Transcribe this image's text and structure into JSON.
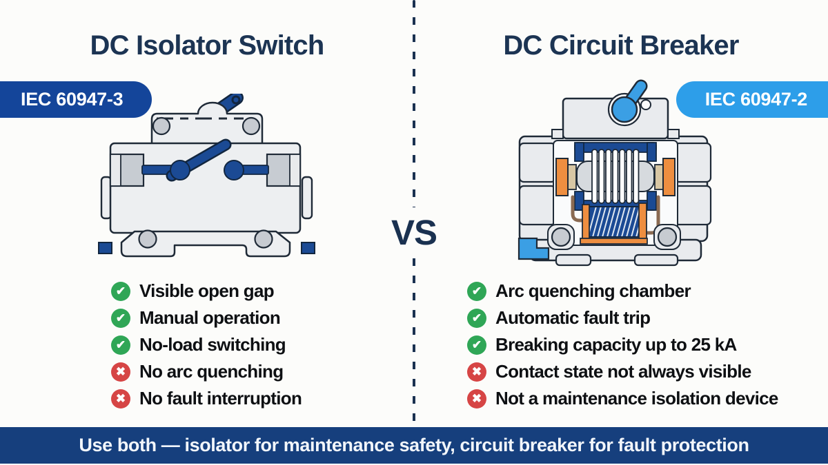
{
  "page": {
    "background": "#fcfcfa",
    "vs_label": "VS",
    "footer": {
      "text": "Use both — isolator for maintenance safety, circuit breaker for fault protection",
      "bg": "#163f7d"
    }
  },
  "left": {
    "title": "DC Isolator Switch",
    "badge": "IEC 60947-3",
    "badge_color": "#14459a",
    "illustration": "dc-isolator-switch-cutaway",
    "features": [
      {
        "status": "pro",
        "label": "Visible open gap"
      },
      {
        "status": "pro",
        "label": "Manual operation"
      },
      {
        "status": "pro",
        "label": "No-load switching"
      },
      {
        "status": "con",
        "label": "No arc quenching"
      },
      {
        "status": "con",
        "label": "No fault interruption"
      }
    ]
  },
  "right": {
    "title": "DC Circuit Breaker",
    "badge": "IEC 60947-2",
    "badge_color": "#2d9ee9",
    "illustration": "dc-circuit-breaker-cutaway",
    "features": [
      {
        "status": "pro",
        "label": "Arc quenching chamber"
      },
      {
        "status": "pro",
        "label": "Automatic fault trip"
      },
      {
        "status": "pro",
        "label": "Breaking capacity up to 25 kA"
      },
      {
        "status": "con",
        "label": "Contact state not always visible"
      },
      {
        "status": "con",
        "label": "Not a maintenance isolation device"
      }
    ]
  },
  "colors": {
    "title": "#1c3453",
    "divider_navy": "#1a3150",
    "check_green": "#2fa656",
    "cross_red": "#d64545",
    "device_navy": "#1b4a94",
    "toggle_blue": "#3b9fe4",
    "accent_orange": "#ee8e40"
  }
}
